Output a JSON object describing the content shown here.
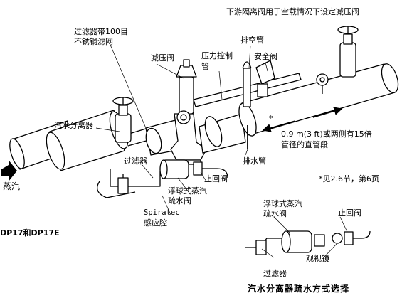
{
  "labels": {
    "downstream_valve": "下游隔离阀用于空载情况下设定减压阀",
    "strainer_mesh_1": "过滤器带100目",
    "strainer_mesh_2": "不锈钢滤网",
    "vent_pipe": "排空管",
    "safety_valve": "安全阀",
    "prv": "减压阀",
    "pressure_control_1": "压力控制",
    "pressure_control_2": "管",
    "separator": "汽水分离器",
    "distance_1": "0.9  m(3  ft)或两侧有15倍",
    "distance_2": "管径的直管段",
    "strainer_left": "过滤器",
    "check_valve_main": "止回阀",
    "drain_pipe": "排水管",
    "steam": "蒸汽",
    "float_trap_1": "浮球式蒸汽",
    "float_trap_2": "疏水阀",
    "spiratec_1": "Spiratec",
    "spiratec_2": "感应腔",
    "note": "*见2.6节，第6页",
    "model": "DP17和DP17E",
    "detail_trap_1": "浮球式蒸汽",
    "detail_trap_2": "疏水阀",
    "detail_check": "止回阀",
    "sight_glass": "观视镜",
    "detail_strainer": "过滤器",
    "caption": "汽水分离器疏水方式选择",
    "distance_marker": "*"
  }
}
